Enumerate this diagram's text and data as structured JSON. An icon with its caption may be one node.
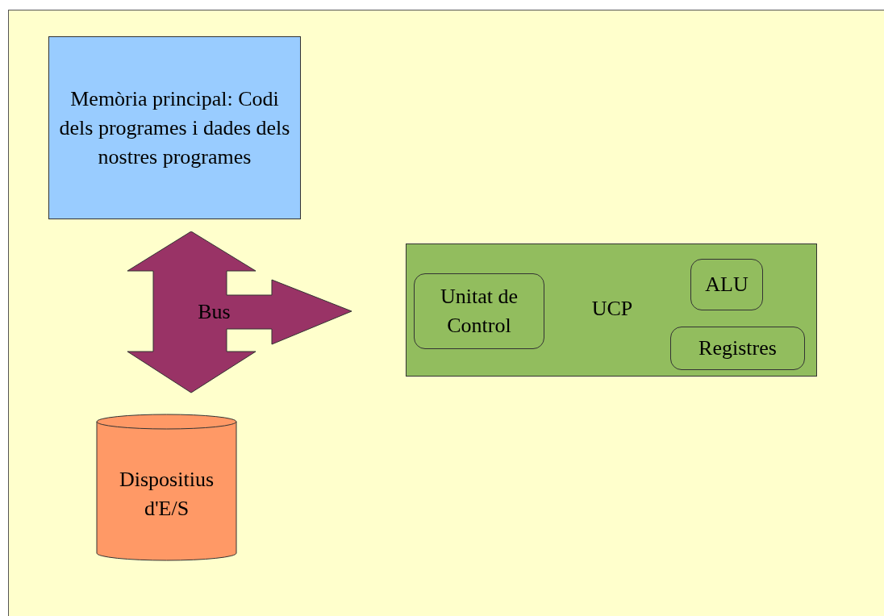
{
  "diagram": {
    "nodes": [
      {
        "text": [
          "Memòria principal: Codi dels programes i dades dels nostres programes"
        ]
      },
      {
        "text": [
          "Bus"
        ]
      },
      {
        "text": [
          "UCP"
        ]
      },
      {
        "text": [
          "Unitat de Control"
        ],
        "in": 2
      },
      {
        "text": [
          "ALU"
        ],
        "in": 2
      },
      {
        "text": [
          "Registres"
        ],
        "in": 2
      },
      {
        "text": [
          "Dispositius d'E/S"
        ]
      }
    ]
  }
}
